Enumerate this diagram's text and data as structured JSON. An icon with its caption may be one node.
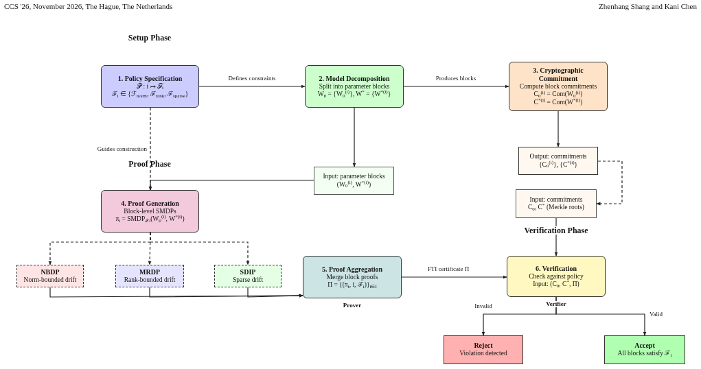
{
  "diagram": {
    "nodes": [
      {
        "text": [
          "1. Policy Specification",
          "𝒫 : i ↦ ℱ$_{i}$",
          "ℱ$_{i}$ ∈ {ℱ$_{norm}$, ℱ$_{rank}$, ℱ$_{sparse}$}"
        ]
      },
      {
        "text": [
          "2. Model Decomposition",
          "Split into parameter blocks",
          "W$_{0}$ = {W$_{0}$$^{(i)}$}, W$^{*}$ = {W$^{*(i)}$}"
        ]
      },
      {
        "text": [
          "3. Cryptographic Commitment",
          "Compute block commitments",
          "C$_{0}$$^{(i)}$ = Com(W$_{0}$$^{(i)}$)",
          "C$^{*(i)}$ = Com(W$^{*(i)}$)"
        ]
      },
      {
        "text": [
          "Output: commitments",
          "{C$_{0}$$^{(i)}$}, {C$^{*(i)}$}"
        ]
      },
      {
        "text": [
          "Input: parameter blocks",
          "(W$_{0}$$^{(i)}$, W$^{*(i)}$)"
        ]
      },
      {
        "text": [
          "Input: commitments",
          "C$_{0}$, C$^{*}$ (Merkle roots)"
        ]
      },
      {
        "text": [
          "4. Proof Generation",
          "Block-level SMDPs",
          "π$_{i}$ = SMDP$_{ℱi}$(W$_{0}$$^{(i)}$, W$^{*(i)}$)"
        ]
      },
      {
        "text": [
          "NBDP",
          "Norm-bounded drift"
        ]
      },
      {
        "text": [
          "MRDP",
          "Rank-bounded drift"
        ]
      },
      {
        "text": [
          "SDIP",
          "Sparse drift"
        ]
      },
      {
        "text": [
          "5. Proof Aggregation",
          "Merge block proofs",
          "Π = {(π$_{i}$, i, ℱ$_{i}$)}$_{i∈I}$"
        ],
        "beside": [
          "Prover"
        ]
      },
      {
        "text": [
          "6. Verification",
          "Check against policy",
          "Input: (C$_{0}$, C$^{*}$, Π)"
        ],
        "beside": [
          "Verifier"
        ]
      },
      {
        "text": [
          "Reject",
          "Violation detected"
        ]
      },
      {
        "text": [
          "Accept",
          "All blocks satisfy ℱ$_{i}$"
        ]
      }
    ],
    "edges": [
      {
        "from": 0,
        "to": 1,
        "arrow": "to",
        "label": "Defines constraints"
      },
      {
        "from": 1,
        "to": 2,
        "arrow": "to",
        "label": "Produces blocks"
      },
      {
        "from": 0,
        "to": 6,
        "arrow": "to",
        "label": "Guides construction",
        "style": "dashed"
      },
      {
        "from": 1,
        "to": 4,
        "arrow": "to"
      },
      {
        "from": 4,
        "to": 6,
        "arrow": "to"
      },
      {
        "from": 2,
        "to": 3,
        "arrow": "to"
      },
      {
        "from": 3,
        "to": 5,
        "arrow": "to",
        "style": "dashed"
      },
      {
        "from": 5,
        "to": 11,
        "arrow": "to"
      },
      {
        "from": 6,
        "to": 7,
        "arrow": "to",
        "style": "dashed"
      },
      {
        "from": 6,
        "to": 8,
        "arrow": "to",
        "style": "dashed"
      },
      {
        "from": 6,
        "to": 9,
        "arrow": "to",
        "style": "dashed"
      },
      {
        "from": 7,
        "to": 10,
        "arrow": "to"
      },
      {
        "from": 8,
        "to": 10,
        "arrow": "to"
      },
      {
        "from": 9,
        "to": 10,
        "arrow": "to"
      },
      {
        "from": 10,
        "to": 11,
        "arrow": "to",
        "label": "FTI certificate Π"
      },
      {
        "from": 11,
        "to": 12,
        "arrow": "to",
        "label": "Invalid"
      },
      {
        "from": 11,
        "to": 13,
        "arrow": "to",
        "label": "Valid"
      }
    ],
    "labels": [
      "CCS '26, November 2026, The Hague, The Netherlands",
      "Zhenhang Shang and Kani Chen",
      "Setup Phase",
      "Proof Phase",
      "Verification Phase"
    ]
  }
}
